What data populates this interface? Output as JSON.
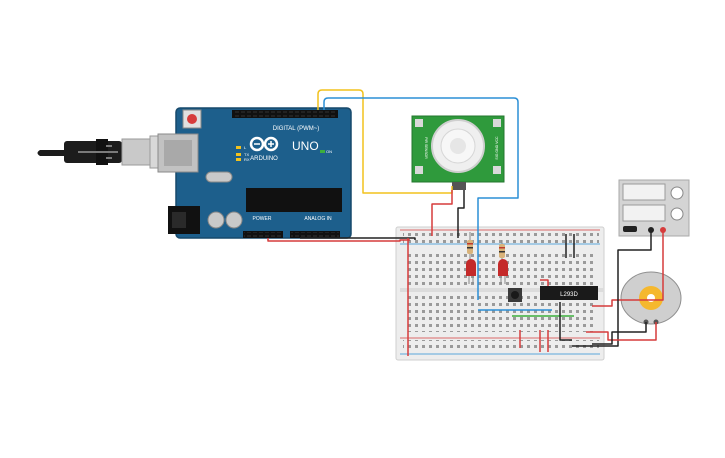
{
  "arduino": {
    "brand": "ARDUINO",
    "model": "UNO",
    "digital_header": "DIGITAL (PWM~)",
    "power_header": "POWER",
    "analog_header": "ANALOG IN",
    "on_label": "ON",
    "l_label": "L",
    "tx_label": "TX",
    "rx_label": "RX"
  },
  "pir_sensor": {
    "label_left": "PIR SENSOR",
    "label_right": "SIG GND VCC"
  },
  "driver_ic": {
    "label": "L293D"
  },
  "colors": {
    "board": "#1d5f8c",
    "board_dark": "#17496b",
    "pir_pcb": "#2f9a3c",
    "breadboard": "#ededed",
    "wire_red": "#d63c3c",
    "wire_black": "#222222",
    "wire_blue": "#2b8fd6",
    "wire_yellow": "#f2c21d",
    "wire_green": "#3cae3c",
    "led": "#c42a2a",
    "motor_shaft": "#f5b82e"
  }
}
